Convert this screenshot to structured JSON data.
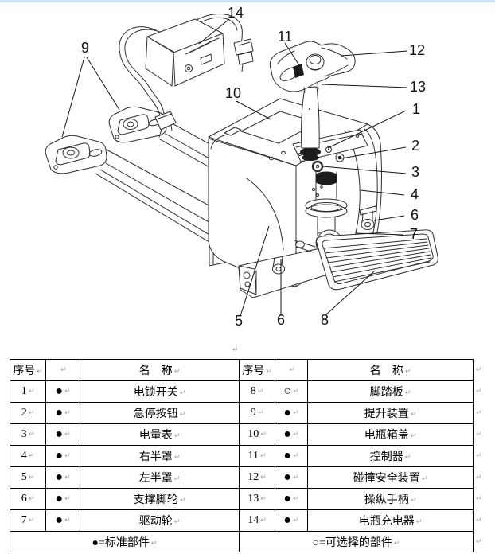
{
  "page": {
    "background": "#ffffff",
    "top_strip_color": "#cfe2f4"
  },
  "marks": {
    "para": "↵"
  },
  "diagram": {
    "callouts": {
      "n1": "1",
      "n2": "2",
      "n3": "3",
      "n4": "4",
      "n5": "5",
      "n6_right": "6",
      "n6_bottom": "6",
      "n7": "7",
      "n8": "8",
      "n9": "9",
      "n10": "10",
      "n11": "11",
      "n12": "12",
      "n13": "13",
      "n14": "14"
    }
  },
  "table": {
    "header": {
      "no": "序号",
      "sym": "",
      "name": "名　称"
    },
    "left": {
      "rows": [
        {
          "no": "1",
          "sym": "●",
          "name": "电锁开关"
        },
        {
          "no": "2",
          "sym": "●",
          "name": "急停按钮"
        },
        {
          "no": "3",
          "sym": "●",
          "name": "电量表"
        },
        {
          "no": "4",
          "sym": "●",
          "name": "右半罩"
        },
        {
          "no": "5",
          "sym": "●",
          "name": "左半罩"
        },
        {
          "no": "6",
          "sym": "●",
          "name": "支撑脚轮"
        },
        {
          "no": "7",
          "sym": "●",
          "name": "驱动轮"
        }
      ],
      "footer": "●=标准部件"
    },
    "right": {
      "rows": [
        {
          "no": "8",
          "sym": "○",
          "name": "脚踏板"
        },
        {
          "no": "9",
          "sym": "●",
          "name": "提升装置"
        },
        {
          "no": "10",
          "sym": "●",
          "name": "电瓶箱盖"
        },
        {
          "no": "11",
          "sym": "●",
          "name": "控制器"
        },
        {
          "no": "12",
          "sym": "●",
          "name": "碰撞安全装置"
        },
        {
          "no": "13",
          "sym": "●",
          "name": "操纵手柄"
        },
        {
          "no": "14",
          "sym": "●",
          "name": "电瓶充电器"
        }
      ],
      "footer": "○=可选择的部件"
    }
  }
}
